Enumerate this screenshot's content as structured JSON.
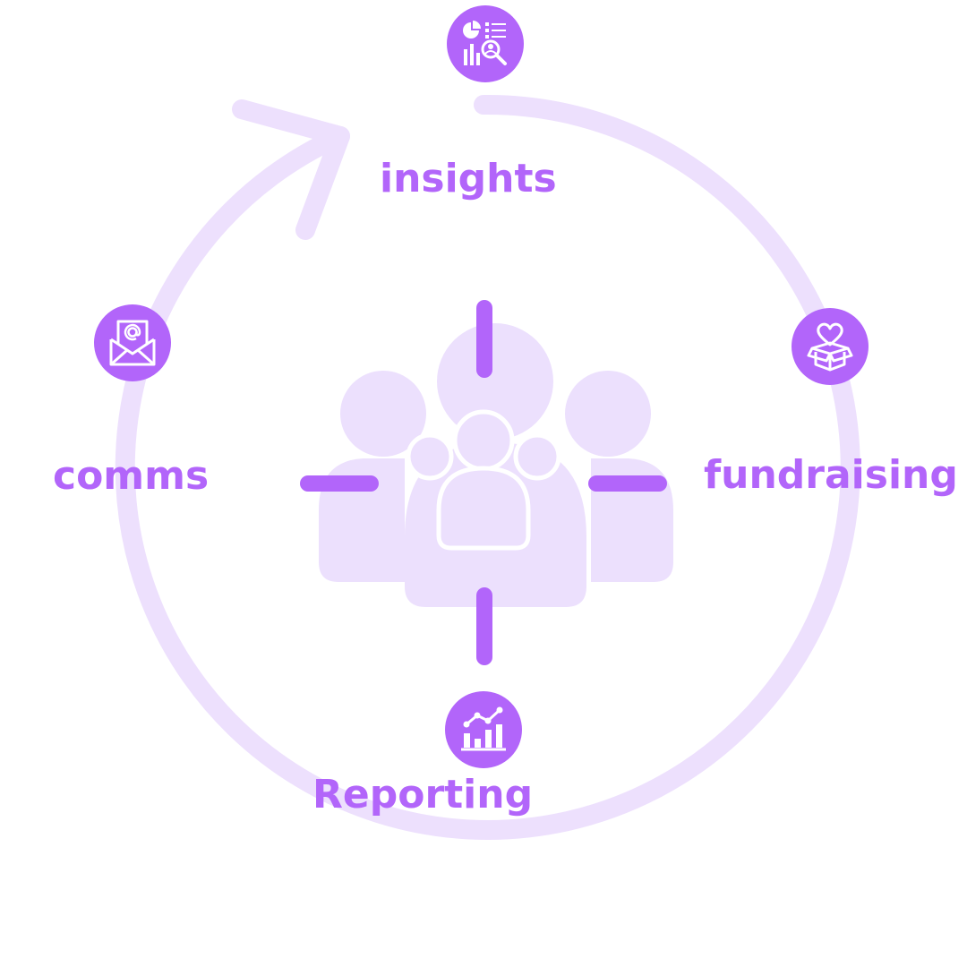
{
  "colors": {
    "accent": "#b265fa",
    "ring": "#ede0fd",
    "people": "#ece0fd",
    "icon_fg": "#ffffff"
  },
  "nodes": [
    {
      "key": "top",
      "label": "insights",
      "icon": "analytics-icon"
    },
    {
      "key": "right",
      "label": "fundraising",
      "icon": "heart-box-icon"
    },
    {
      "key": "bottom",
      "label": "Reporting",
      "icon": "chart-icon"
    },
    {
      "key": "left",
      "label": "comms",
      "icon": "envelope-icon"
    }
  ],
  "center_icon": "people-group-icon"
}
